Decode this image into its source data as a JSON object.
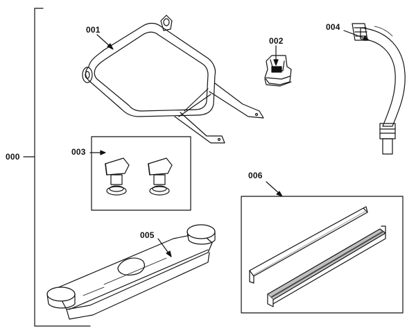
{
  "labels": {
    "assembly": "000",
    "rack_frame": "001",
    "clip": "002",
    "hose": "004",
    "spacers": "003",
    "spray_arm": "005",
    "rails": "006"
  },
  "colors": {
    "line": "#111111",
    "shade": "#bfbfbf",
    "dark": "#4a4a4a",
    "paper": "#ffffff"
  }
}
